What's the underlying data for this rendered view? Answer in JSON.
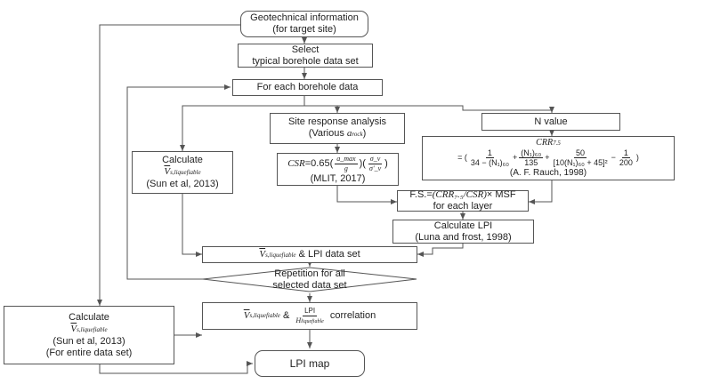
{
  "geotech": {
    "line1": "Geotechnical information",
    "line2": "(for target site)"
  },
  "select": {
    "line1": "Select",
    "line2": "typical borehole data set"
  },
  "loop": {
    "label": "For each borehole data"
  },
  "site_response": {
    "line1": "Site response analysis",
    "line2_prefix": "(Various ",
    "line2_var": "a",
    "line2_sub": "rock",
    "line2_suffix": ")"
  },
  "nvalue": {
    "label": "N value"
  },
  "csr": {
    "lhs": "CSR",
    "eq": "=0.65(",
    "f1_num": "a_max",
    "f1_den": "g",
    "f2_num": "σ_v",
    "f2_den": "σ'_v",
    "close": ")",
    "ref": "(MLIT, 2017)"
  },
  "crr": {
    "title": "CRR",
    "title_sub": "7.5",
    "eq_open": "= (",
    "t1_num": "1",
    "t1_den": "34 − (N₁)₆₀",
    "plus1": "+",
    "t2_num": "(N₁)₆₀",
    "t2_den": "135",
    "plus2": "+",
    "t3_num": "50",
    "t3_den": "[10(N₁)₆₀ + 45]²",
    "minus": "−",
    "t4_num": "1",
    "t4_den": "200",
    "eq_close": ")",
    "ref": "(A. F. Rauch, 1998)"
  },
  "calc_left": {
    "line1": "Calculate",
    "symbol": "V",
    "symbol_sub": "s,liquefiable",
    "ref": "(Sun et al, 2013)"
  },
  "fs": {
    "line1_prefix": "F.S.=",
    "line1_formula": "(CRR₇.₅/CSR)",
    "line1_suffix": "× MSF",
    "line2": "for each layer"
  },
  "lpi_calc": {
    "line1": "Calculate LPI",
    "line2": "(Luna and frost, 1998)"
  },
  "dataset": {
    "symbol": "V",
    "symbol_sub": "s,liquefiable",
    "text": " & LPI data set"
  },
  "repetition": {
    "line1": "Repetition for all",
    "line2": "selected data set"
  },
  "calc_bottom": {
    "line1": "Calculate",
    "symbol": "V",
    "symbol_sub": "s,liquefiable",
    "ref": "(Sun et al, 2013)",
    "ref2": "(For entire data set)"
  },
  "correlation": {
    "symbol": "V",
    "symbol_sub": "s,liquefiable",
    "amp": " & ",
    "frac_num": "LPI",
    "frac_den": "H",
    "frac_den_sub": "liquefiable",
    "text": " correlation"
  },
  "lpi_map": {
    "label": "LPI map"
  },
  "colors": {
    "line": "#555555",
    "box_border": "#555555",
    "background": "#ffffff"
  }
}
